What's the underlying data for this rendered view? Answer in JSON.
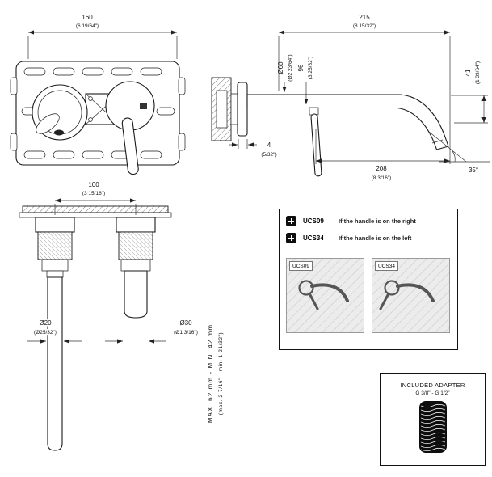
{
  "front_view": {
    "width_mm": "160",
    "width_in": "(6 19/64\")"
  },
  "side_view": {
    "length_mm": "215",
    "length_in": "(8 15/32\")",
    "escutcheon_d_mm": "Ø60",
    "escutcheon_d_in": "(Ø2 23/64\")",
    "height_mm": "96",
    "height_in": "(3 25/32\")",
    "drop_mm": "41",
    "drop_in": "(1 39/64\")",
    "plate_mm": "4",
    "plate_in": "(5/32\")",
    "spout_mm": "208",
    "spout_in": "(8 3/16\")",
    "angle": "35°"
  },
  "top_view": {
    "spacing_mm": "100",
    "spacing_in": "(3 15/16\")",
    "tube_small_d_mm": "Ø20",
    "tube_small_d_in": "(Ø25/32\")",
    "tube_large_d_mm": "Ø30",
    "tube_large_d_in": "(Ø1 3/16\")",
    "depth_mm": "MAX. 62 mm - MIN. 42 mm",
    "depth_in": "(max. 2 7/16\" - min. 1 21/32\")"
  },
  "options": {
    "rows": [
      {
        "code": "UCS09",
        "desc": "If the handle is on the right"
      },
      {
        "code": "UCS34",
        "desc": "If the handle is on the left"
      }
    ],
    "thumb1_label": "UCS09",
    "thumb2_label": "UCS34"
  },
  "adapter": {
    "title": "INCLUDED ADAPTER",
    "subtitle": "G 3/8\" - G 1/2\""
  }
}
